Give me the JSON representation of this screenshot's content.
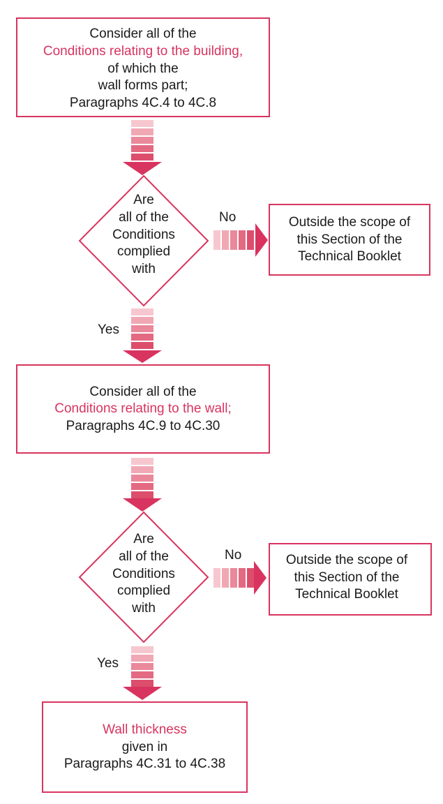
{
  "colors": {
    "accent": "#d8345f",
    "text": "#1a1a1a"
  },
  "box1": {
    "line1": "Consider all of the",
    "line2": "Conditions relating to the building,",
    "line3": "of which the",
    "line4": "wall forms part;",
    "line5": "Paragraphs 4C.4 to 4C.8"
  },
  "decision1": {
    "line1": "Are",
    "line2": "all of the",
    "line3": "Conditions",
    "line4": "complied",
    "line5": "with",
    "no_label": "No",
    "yes_label": "Yes"
  },
  "outcome1": {
    "line1": "Outside the scope of",
    "line2": "this Section of the",
    "line3": "Technical Booklet"
  },
  "box2": {
    "line1": "Consider all of the",
    "line2": "Conditions relating to the wall;",
    "line3": "Paragraphs 4C.9 to 4C.30"
  },
  "decision2": {
    "line1": "Are",
    "line2": "all of the",
    "line3": "Conditions",
    "line4": "complied",
    "line5": "with",
    "no_label": "No",
    "yes_label": "Yes"
  },
  "outcome2": {
    "line1": "Outside the scope of",
    "line2": "this Section of the",
    "line3": "Technical Booklet"
  },
  "box3": {
    "line1": "Wall thickness",
    "line2": "given in",
    "line3": "Paragraphs 4C.31 to 4C.38"
  }
}
